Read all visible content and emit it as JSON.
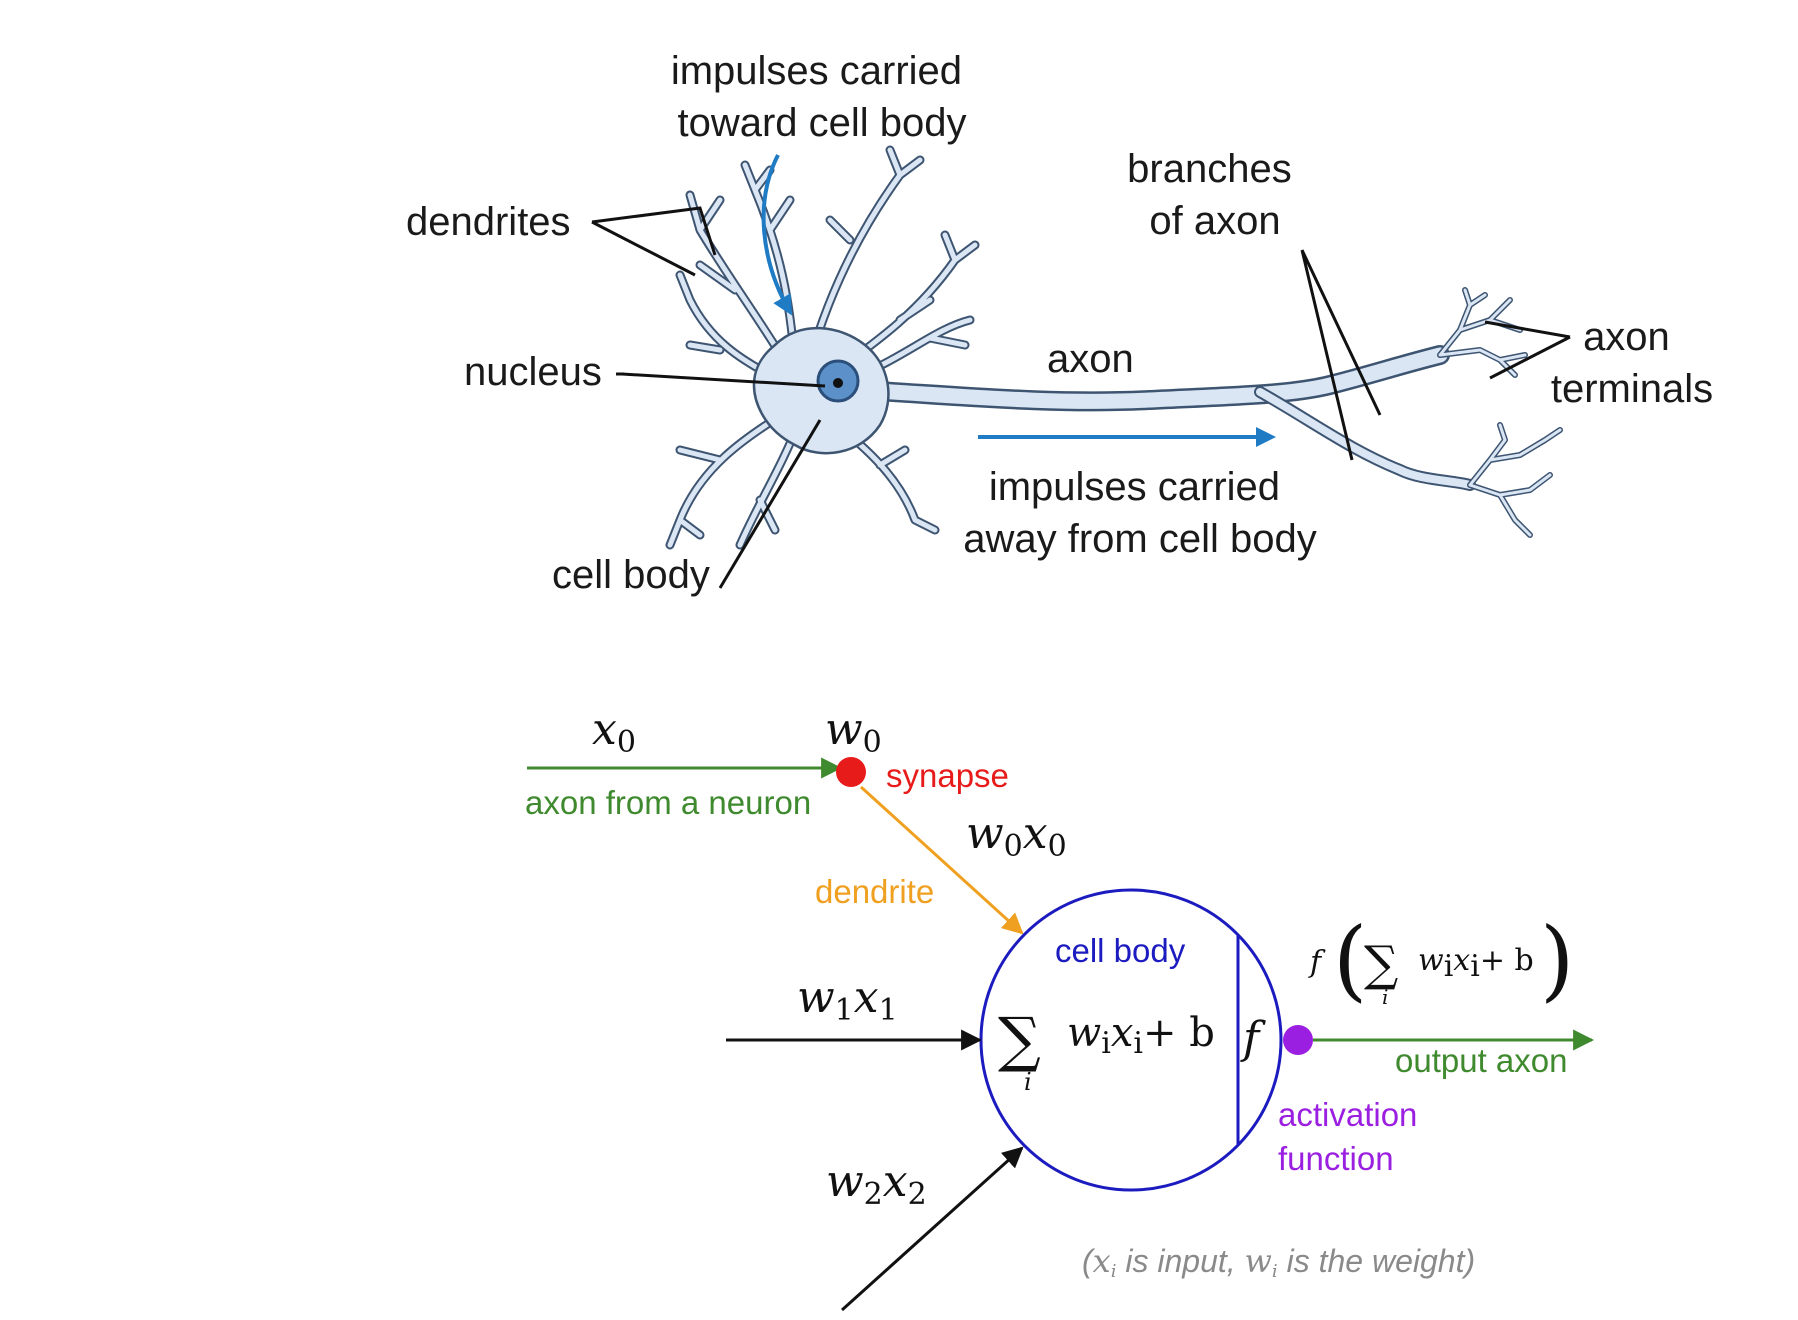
{
  "colors": {
    "neuron_fill": "#dbe6f4",
    "neuron_stroke": "#3e5572",
    "nucleus_fill": "#5b90c8",
    "impulse_arrow": "#1f7bc4",
    "input_axon": "#3f8a2e",
    "synapse": "#e81b1b",
    "dendrite": "#f0a020",
    "cell_body": "#1b1bbf",
    "activation": "#9b1fe0"
  },
  "biological_neuron": {
    "impulses_in": [
      "impulses carried",
      "toward cell body"
    ],
    "dendrites": "dendrites",
    "nucleus": "nucleus",
    "cell_body": "cell body",
    "axon": "axon",
    "branches_of_axon": [
      "branches",
      "of axon"
    ],
    "axon_terminals": [
      "axon",
      "terminals"
    ],
    "impulses_out": [
      "impulses carried",
      "away from cell body"
    ]
  },
  "math_model": {
    "x0": "x",
    "x0_sub": "0",
    "w0": "w",
    "w0_sub": "0",
    "synapse": "synapse",
    "axon_from_neuron": "axon from a neuron",
    "w0x0": {
      "w": "w",
      "ws": "0",
      "x": "x",
      "xs": "0"
    },
    "dendrite": "dendrite",
    "cell_body": "cell body",
    "w1x1": {
      "w": "w",
      "ws": "1",
      "x": "x",
      "xs": "1"
    },
    "w2x2": {
      "w": "w",
      "ws": "2",
      "x": "x",
      "xs": "2"
    },
    "sum_sign": "∑",
    "sum_index": "i",
    "sum_terms": "w",
    "sum_w_sub": "i",
    "sum_x": "x",
    "sum_x_sub": "i",
    "sum_plus_b": "+ b",
    "f": "f",
    "output_formula": {
      "f": "f",
      "paren_open": "(",
      "sum": "∑",
      "index": "i",
      "w": "w",
      "ws": "i",
      "x": "x",
      "xs": "i",
      "plus_b": "+ b",
      "paren_close": ")"
    },
    "output_axon": "output axon",
    "activation_function": [
      "activation",
      "function"
    ]
  },
  "caption": {
    "open": "(",
    "x": "x",
    "x_sub": "i",
    "is_input": " is input, ",
    "w": "w",
    "w_sub": "i",
    "is_weight": " is the weight)"
  }
}
